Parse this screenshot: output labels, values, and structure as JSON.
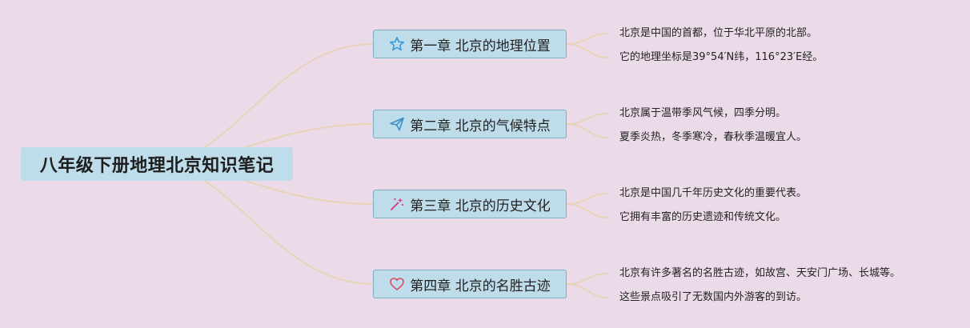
{
  "root": {
    "title": "八年级下册地理北京知识笔记"
  },
  "branches": [
    {
      "label": "第一章 北京的地理位置",
      "icon": "star-icon",
      "icon_color": "#3a9ad9",
      "notes": [
        "北京是中国的首都，位于华北平原的北部。",
        "它的地理坐标是39°54′N纬，116°23′E经。"
      ]
    },
    {
      "label": "第二章 北京的气候特点",
      "icon": "paper-plane-icon",
      "icon_color": "#3a8fc9",
      "notes": [
        "北京属于温带季风气候，四季分明。",
        "夏季炎热，冬季寒冷，春秋季温暖宜人。"
      ]
    },
    {
      "label": "第三章 北京的历史文化",
      "icon": "magic-wand-icon",
      "icon_color": "#d63b7a",
      "notes": [
        "北京是中国几千年历史文化的重要代表。",
        "它拥有丰富的历史遗迹和传统文化。"
      ]
    },
    {
      "label": "第四章 北京的名胜古迹",
      "icon": "heart-icon",
      "icon_color": "#d84a5e",
      "notes": [
        "北京有许多著名的名胜古迹，如故宫、天安门广场、长城等。",
        "这些景点吸引了无数国内外游客的到访。"
      ]
    },
    {
      "_": ""
    }
  ],
  "colors": {
    "background": "#ebdbe9",
    "node_fill": "#bfdcea",
    "node_border": "#7faec0",
    "connector": "#e8d3b8"
  }
}
